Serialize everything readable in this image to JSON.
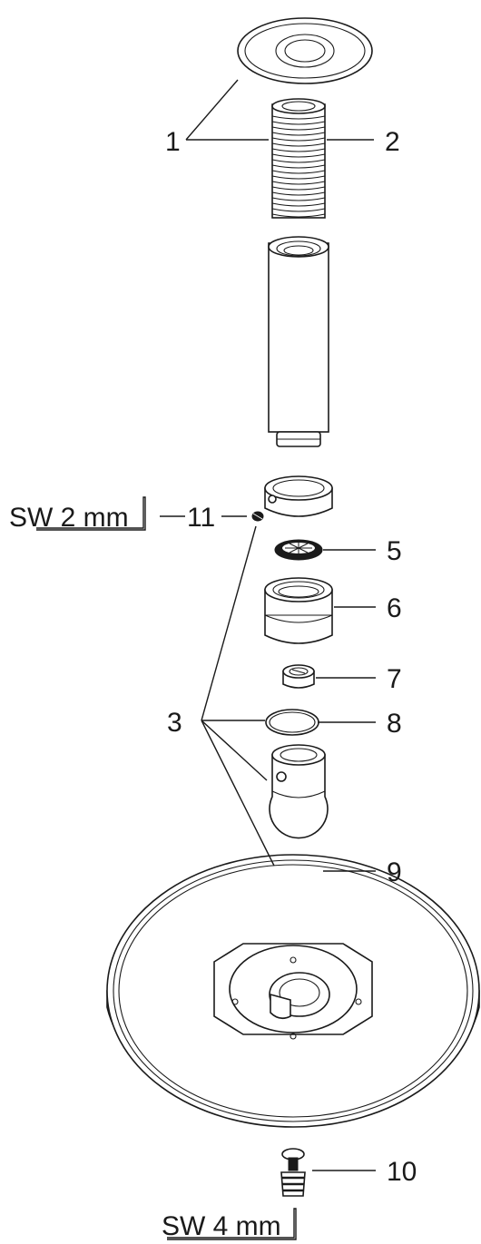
{
  "callouts": {
    "c1": "1",
    "c2": "2",
    "c3": "3",
    "c5": "5",
    "c6": "6",
    "c7": "7",
    "c8": "8",
    "c9": "9",
    "c10": "10",
    "c11": "11"
  },
  "tool_labels": {
    "hex_key_small": "SW 2 mm",
    "hex_key_large": "SW 4 mm"
  }
}
